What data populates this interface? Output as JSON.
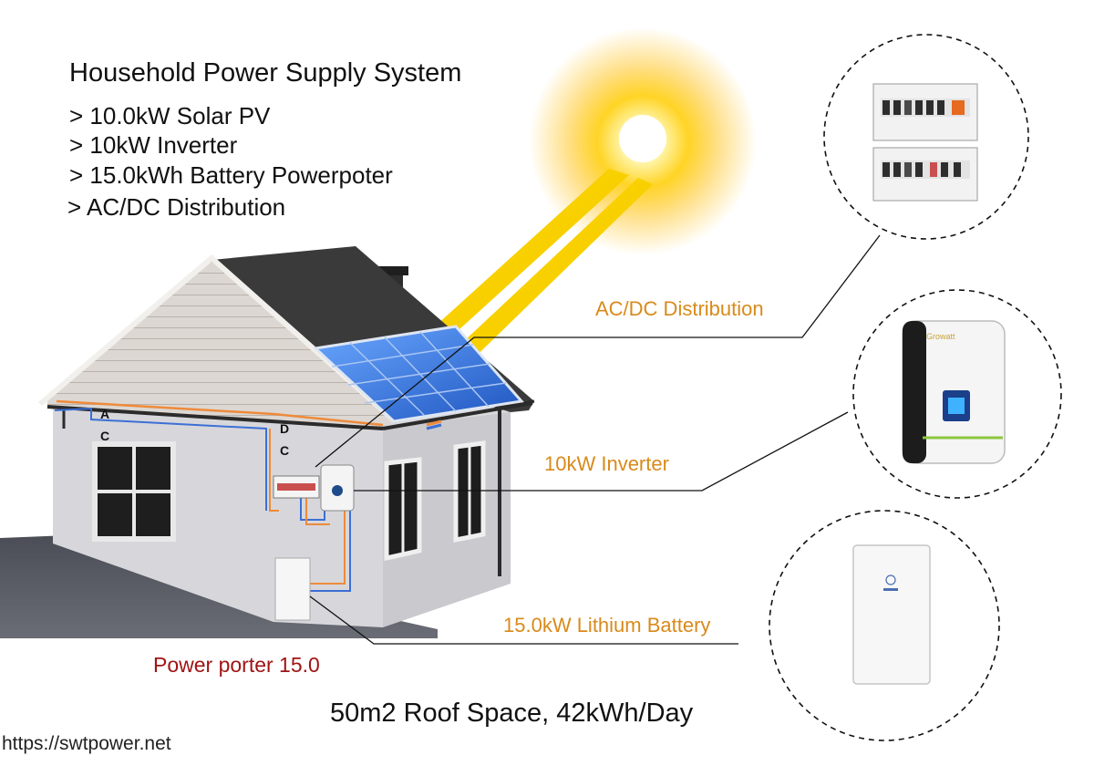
{
  "heading": "Household Power Supply System",
  "features": [
    "> 10.0kW Solar PV",
    "> 10kW Inverter",
    "> 15.0kWh Battery Powerpoter",
    "> AC/DC Distribution"
  ],
  "callouts": {
    "distribution": "AC/DC Distribution",
    "inverter": "10kW Inverter",
    "battery": "15.0kW Lithium Battery"
  },
  "house_labels": {
    "ac": [
      "A",
      "C"
    ],
    "dc": [
      "D",
      "C"
    ]
  },
  "product_label": "Power porter 15.0",
  "footer": "50m2 Roof Space, 42kWh/Day",
  "source_url": "https://swtpower.net",
  "inverter_brand": "Growatt",
  "colors": {
    "callout_text": "#d98a1b",
    "product_label": "#a01414",
    "sun": "#ffd21a",
    "panel": "#2f6fd6",
    "roof": "#3a3a3a"
  }
}
